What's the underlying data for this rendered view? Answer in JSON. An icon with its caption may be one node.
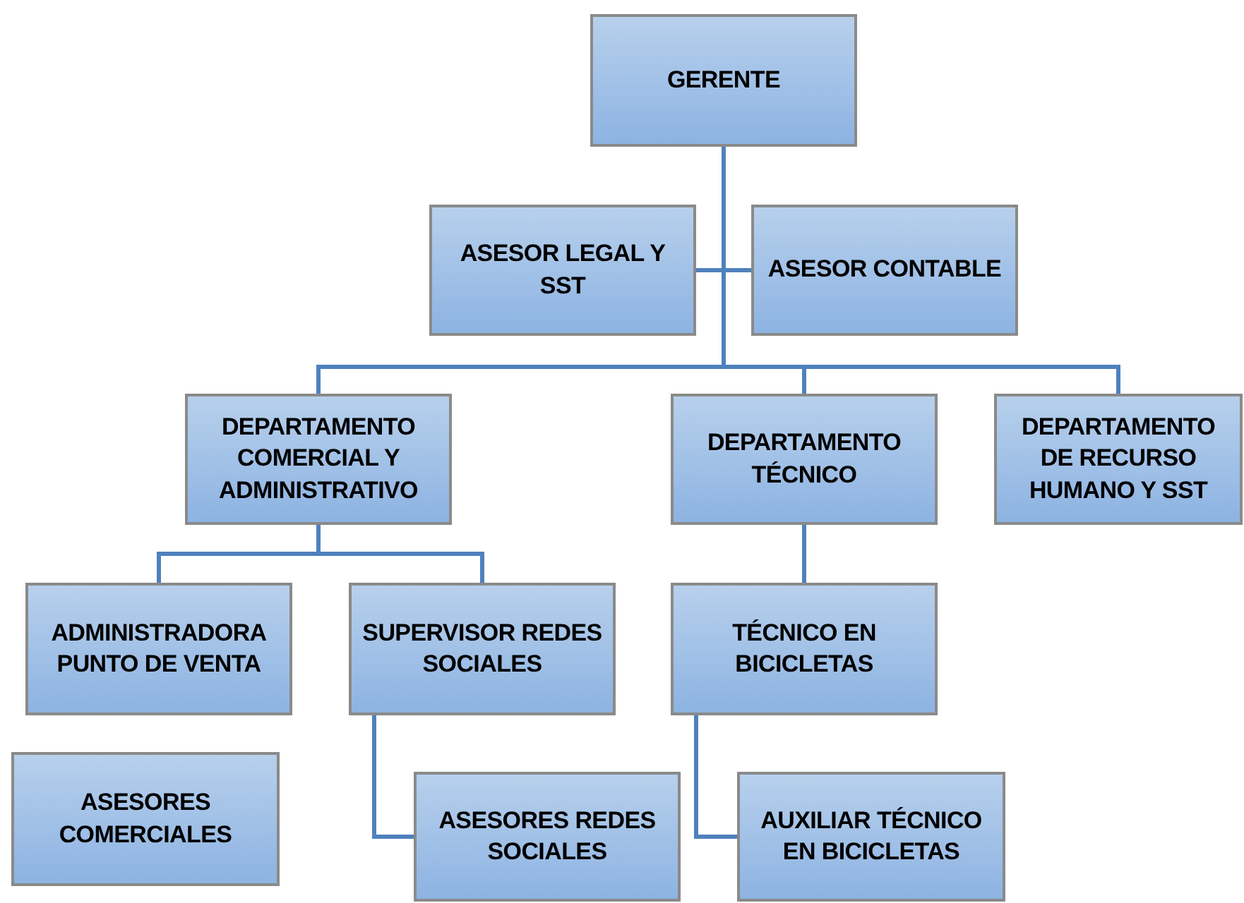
{
  "diagram": {
    "nodes": [
      {
        "text": [
          "GERENTE"
        ]
      },
      {
        "text": [
          "ASESOR LEGAL Y SST"
        ]
      },
      {
        "text": [
          "ASESOR CONTABLE"
        ]
      },
      {
        "text": [
          "DEPARTAMENTO COMERCIAL Y ADMINISTRATIVO"
        ]
      },
      {
        "text": [
          "DEPARTAMENTO TÉCNICO"
        ]
      },
      {
        "text": [
          "DEPARTAMENTO DE RECURSO HUMANO Y SST"
        ]
      },
      {
        "text": [
          "ADMINISTRADORA PUNTO DE VENTA"
        ]
      },
      {
        "text": [
          "SUPERVISOR REDES SOCIALES"
        ]
      },
      {
        "text": [
          "TÉCNICO EN BICICLETAS"
        ]
      },
      {
        "text": [
          "ASESORES COMERCIALES"
        ]
      },
      {
        "text": [
          "ASESORES REDES SOCIALES"
        ]
      },
      {
        "text": [
          "AUXILIAR TÉCNICO EN BICICLETAS"
        ]
      }
    ],
    "edges": [
      {
        "from": 0,
        "to": 1,
        "arrow": "none"
      },
      {
        "from": 0,
        "to": 2,
        "arrow": "none"
      },
      {
        "from": 0,
        "to": 3,
        "arrow": "none"
      },
      {
        "from": 0,
        "to": 4,
        "arrow": "none"
      },
      {
        "from": 0,
        "to": 5,
        "arrow": "none"
      },
      {
        "from": 3,
        "to": 6,
        "arrow": "none"
      },
      {
        "from": 3,
        "to": 7,
        "arrow": "none"
      },
      {
        "from": 4,
        "to": 8,
        "arrow": "none"
      },
      {
        "from": 7,
        "to": 10,
        "arrow": "none"
      },
      {
        "from": 8,
        "to": 11,
        "arrow": "none"
      }
    ]
  }
}
